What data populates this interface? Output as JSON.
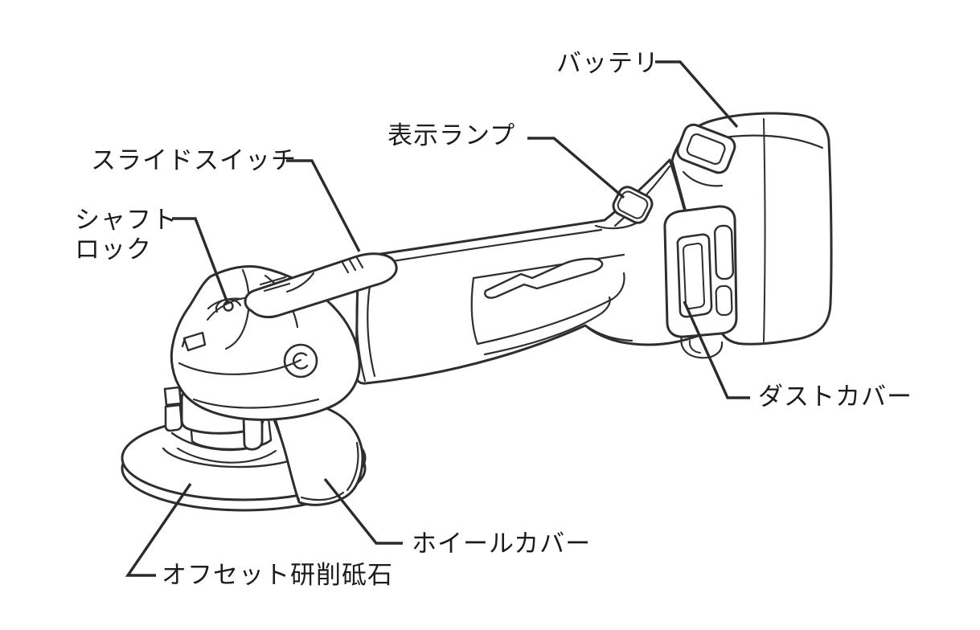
{
  "diagram": {
    "kind": "labeled parts illustration (line art of a cordless disc grinder)",
    "labels": {
      "battery": "バッテリ",
      "indicator_lamp": "表示ランプ",
      "slide_switch": "スライドスイッチ",
      "shaft_lock_line1": "シャフト",
      "shaft_lock_line2": "ロック",
      "dust_cover": "ダストカバー",
      "wheel_cover": "ホイールカバー",
      "offset_grinding_wheel": "オフセット研削砥石"
    },
    "colors": {
      "background": "#ffffff",
      "line": "#2e2e2e",
      "leader_line": "#2b2b2b",
      "text": "#1c1c1c"
    }
  }
}
